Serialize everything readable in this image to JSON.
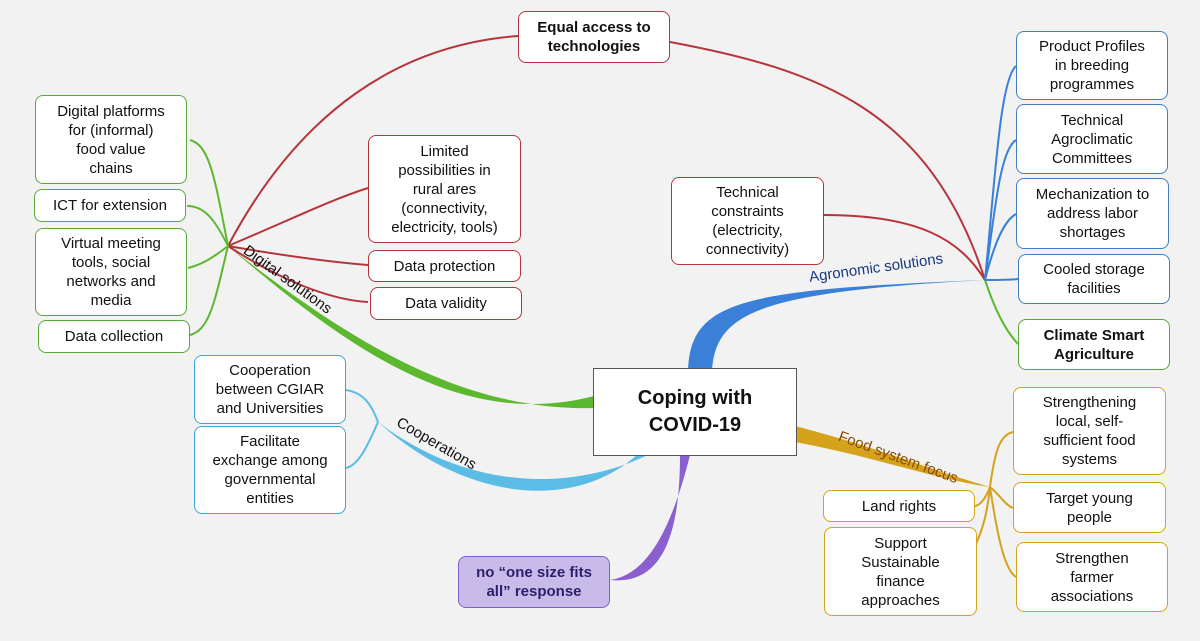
{
  "center": "Coping with\nCOVID-19",
  "branches": {
    "digital": "Digital solutions",
    "agronomic": "Agronomic solutions",
    "cooperations": "Cooperations",
    "food": "Food system focus"
  },
  "digital_items": [
    "Digital platforms\nfor (informal)\nfood value\nchains",
    "ICT for extension",
    "Virtual meeting\ntools, social\nnetworks and\nmedia",
    "Data collection"
  ],
  "digital_issues": [
    "Limited\npossibilities in\nrural ares\n(connectivity,\nelectricity, tools)",
    "Data protection",
    "Data validity"
  ],
  "equal_access": "Equal access to\ntechnologies",
  "technical_constraints": "Technical\nconstraints\n(electricity,\nconnectivity)",
  "agronomic_items": [
    "Product Profiles\nin breeding\nprogrammes",
    "Technical\nAgroclimatic\nCommittees",
    "Mechanization to\naddress labor\nshortages",
    "Cooled storage\nfacilities",
    "Climate Smart\nAgriculture"
  ],
  "cooperation_items": [
    "Cooperation\nbetween CGIAR\nand Universities",
    "Facilitate\nexchange among\ngovernmental\nentities"
  ],
  "food_items": [
    "Strengthening\nlocal, self-\nsufficient food\nsystems",
    "Target young\npeople",
    "Strengthen\nfarmer\nassociations",
    "Land rights",
    "Support\nSustainable\nfinance\napproaches"
  ],
  "one_size": "no “one size fits\nall” response",
  "colors": {
    "digital": "#5cb82e",
    "red": "#b5353c",
    "agronomic": "#3a80d8",
    "cooperations": "#5bbde6",
    "food": "#d5a21c",
    "purple": "#8a5fd0"
  }
}
